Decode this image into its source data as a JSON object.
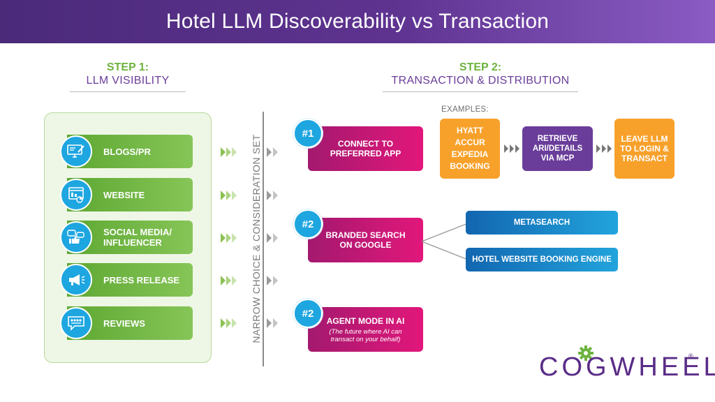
{
  "title": "Hotel LLM Discoverability vs Transaction",
  "step1": {
    "heading": "STEP 1:",
    "subheading": "LLM VISIBILITY"
  },
  "step2": {
    "heading": "STEP 2:",
    "subheading": "TRANSACTION & DISTRIBUTION"
  },
  "visibility_items": [
    {
      "label": "BLOGS/PR",
      "icon": "monitor-pen-icon"
    },
    {
      "label": "WEBSITE",
      "icon": "webpage-chart-icon"
    },
    {
      "label": "SOCIAL MEDIA/\nINFLUENCER",
      "icon": "social-thumbs-up-icon"
    },
    {
      "label": "PRESS RELEASE",
      "icon": "megaphone-icon"
    },
    {
      "label": "REVIEWS",
      "icon": "rating-chat-icon"
    }
  ],
  "vertical_label": "NARROW CHOICE & CONSIDERATION SET",
  "examples_label": "EXAMPLES:",
  "paths": [
    {
      "badge": "#1",
      "label": "CONNECT TO\nPREFERRED APP"
    },
    {
      "badge": "#2",
      "label": "BRANDED SEARCH\nON GOOGLE"
    },
    {
      "badge": "#2",
      "label": "AGENT MODE IN AI",
      "sublabel": "(The future where AI can\ntransact on your behalf)"
    }
  ],
  "path1_steps": [
    "HYATT\nACCUR\nEXPEDIA\nBOOKING",
    "RETRIEVE\nARI/DETAILS\nVIA MCP",
    "LEAVE LLM\nTO LOGIN &\nTRANSACT"
  ],
  "path2_options": [
    "METASEARCH",
    "HOTEL WEBSITE BOOKING ENGINE"
  ],
  "logo": {
    "text": "COGWHEEL",
    "registered": "®"
  },
  "colors": {
    "header_purple": "#5e3390",
    "green": "#6db33f",
    "blue": "#1ea6e0",
    "magenta": "#e2177b",
    "orange": "#f7a12b",
    "purple": "#6a3d9a"
  }
}
